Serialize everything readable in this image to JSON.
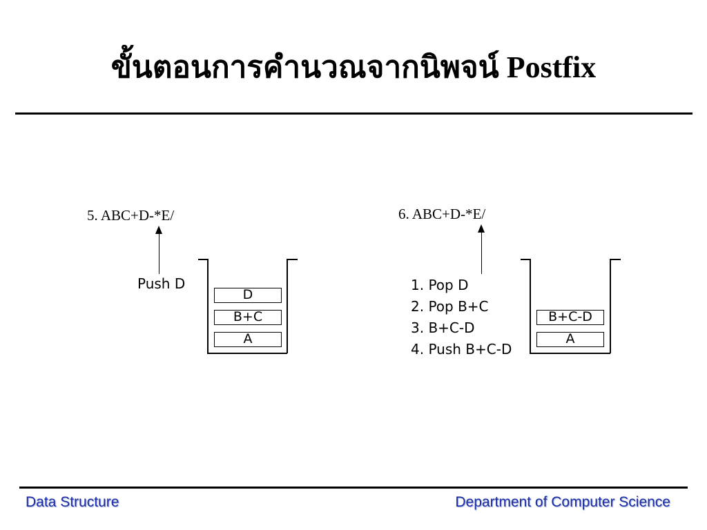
{
  "slide": {
    "title": "ขั้นตอนการคำนวณจากนิพจน์ Postfix"
  },
  "left_step": {
    "expression": "5.  ABC+D-*E/",
    "note": "Push D",
    "stack": [
      "D",
      "B+C",
      "A"
    ]
  },
  "right_step": {
    "expression": "6.  ABC+D-*E/",
    "notes": [
      "1. Pop D",
      "2. Pop B+C",
      "3. B+C-D",
      "4. Push B+C-D"
    ],
    "stack": [
      "B+C-D",
      "A"
    ]
  },
  "footer": {
    "left": "Data Structure",
    "right": "Department of Computer Science"
  },
  "colors": {
    "footer_text": "#1a2ea8",
    "rules": "#000000"
  }
}
